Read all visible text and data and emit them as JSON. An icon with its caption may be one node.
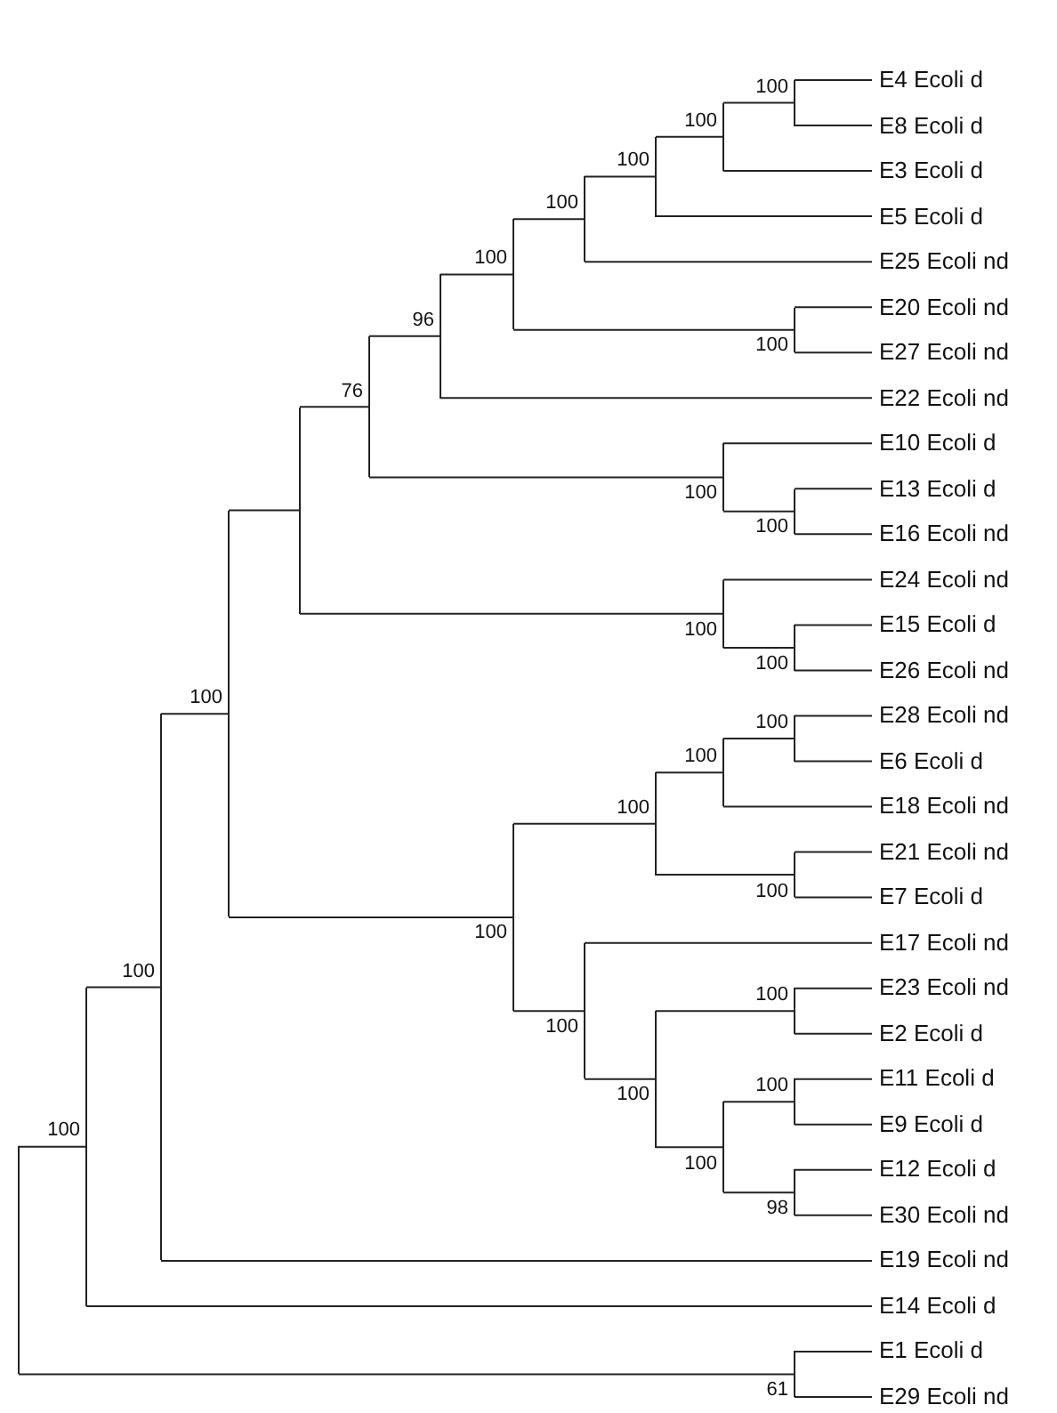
{
  "diagram": {
    "nodes": [
      {
        "text": [],
        "shape": "bar"
      },
      {
        "text": [],
        "shape": "bar",
        "beside": [
          "100"
        ]
      },
      {
        "text": [],
        "shape": "bar",
        "beside": [
          "100"
        ]
      },
      {
        "text": [],
        "shape": "bar",
        "beside": [
          "100"
        ]
      },
      {
        "text": [],
        "shape": "bar"
      },
      {
        "text": [],
        "shape": "bar",
        "beside": [
          "76"
        ]
      },
      {
        "text": [],
        "shape": "bar",
        "beside": [
          "96"
        ]
      },
      {
        "text": [],
        "shape": "bar",
        "beside": [
          "100"
        ]
      },
      {
        "text": [],
        "shape": "bar",
        "beside": [
          "100"
        ]
      },
      {
        "text": [],
        "shape": "bar",
        "beside": [
          "100"
        ]
      },
      {
        "text": [],
        "shape": "bar",
        "beside": [
          "100"
        ]
      },
      {
        "text": [],
        "shape": "bar",
        "beside": [
          "100"
        ]
      },
      {
        "text": [
          "E4 Ecoli d"
        ]
      },
      {
        "text": [
          "E8 Ecoli d"
        ]
      },
      {
        "text": [
          "E3 Ecoli d"
        ]
      },
      {
        "text": [
          "E5 Ecoli d"
        ]
      },
      {
        "text": [
          "E25 Ecoli nd"
        ]
      },
      {
        "text": [],
        "shape": "bar",
        "beside": [
          "100"
        ]
      },
      {
        "text": [
          "E20 Ecoli nd"
        ]
      },
      {
        "text": [
          "E27 Ecoli nd"
        ]
      },
      {
        "text": [
          "E22 Ecoli nd"
        ]
      },
      {
        "text": [],
        "shape": "bar",
        "beside": [
          "100"
        ]
      },
      {
        "text": [
          "E10 Ecoli d"
        ]
      },
      {
        "text": [],
        "shape": "bar",
        "beside": [
          "100"
        ]
      },
      {
        "text": [
          "E13 Ecoli d"
        ]
      },
      {
        "text": [
          "E16 Ecoli nd"
        ]
      },
      {
        "text": [],
        "shape": "bar",
        "beside": [
          "100"
        ]
      },
      {
        "text": [
          "E24 Ecoli nd"
        ]
      },
      {
        "text": [],
        "shape": "bar",
        "beside": [
          "100"
        ]
      },
      {
        "text": [
          "E15 Ecoli d"
        ]
      },
      {
        "text": [
          "E26 Ecoli nd"
        ]
      },
      {
        "text": [],
        "shape": "bar",
        "beside": [
          "100"
        ]
      },
      {
        "text": [],
        "shape": "bar",
        "beside": [
          "100"
        ]
      },
      {
        "text": [],
        "shape": "bar",
        "beside": [
          "100"
        ]
      },
      {
        "text": [],
        "shape": "bar",
        "beside": [
          "100"
        ]
      },
      {
        "text": [
          "E28 Ecoli nd"
        ]
      },
      {
        "text": [
          "E6 Ecoli d"
        ]
      },
      {
        "text": [
          "E18 Ecoli nd"
        ]
      },
      {
        "text": [],
        "shape": "bar",
        "beside": [
          "100"
        ]
      },
      {
        "text": [
          "E21 Ecoli nd"
        ]
      },
      {
        "text": [
          "E7 Ecoli d"
        ]
      },
      {
        "text": [],
        "shape": "bar",
        "beside": [
          "100"
        ]
      },
      {
        "text": [
          "E17 Ecoli nd"
        ]
      },
      {
        "text": [],
        "shape": "bar",
        "beside": [
          "100"
        ]
      },
      {
        "text": [],
        "shape": "bar",
        "beside": [
          "100"
        ]
      },
      {
        "text": [
          "E23 Ecoli nd"
        ]
      },
      {
        "text": [
          "E2 Ecoli d"
        ]
      },
      {
        "text": [],
        "shape": "bar",
        "beside": [
          "100"
        ]
      },
      {
        "text": [],
        "shape": "bar",
        "beside": [
          "100"
        ]
      },
      {
        "text": [
          "E11 Ecoli d"
        ]
      },
      {
        "text": [
          "E9 Ecoli d"
        ]
      },
      {
        "text": [],
        "shape": "bar",
        "beside": [
          "98"
        ]
      },
      {
        "text": [
          "E12 Ecoli d"
        ]
      },
      {
        "text": [
          "E30 Ecoli nd"
        ]
      },
      {
        "text": [
          "E19 Ecoli nd"
        ]
      },
      {
        "text": [
          "E14 Ecoli d"
        ]
      },
      {
        "text": [],
        "shape": "bar",
        "beside": [
          "61"
        ]
      },
      {
        "text": [
          "E1 Ecoli d"
        ]
      },
      {
        "text": [
          "E29 Ecoli nd"
        ]
      }
    ],
    "edges": [
      {
        "from": 0,
        "to": 1,
        "arrow": "none"
      },
      {
        "from": 0,
        "to": 56,
        "arrow": "none"
      },
      {
        "from": 1,
        "to": 2,
        "arrow": "none"
      },
      {
        "from": 1,
        "to": 55,
        "arrow": "none"
      },
      {
        "from": 2,
        "to": 3,
        "arrow": "none"
      },
      {
        "from": 2,
        "to": 54,
        "arrow": "none"
      },
      {
        "from": 3,
        "to": 4,
        "arrow": "none"
      },
      {
        "from": 3,
        "to": 31,
        "arrow": "none"
      },
      {
        "from": 4,
        "to": 5,
        "arrow": "none"
      },
      {
        "from": 4,
        "to": 26,
        "arrow": "none"
      },
      {
        "from": 5,
        "to": 6,
        "arrow": "none"
      },
      {
        "from": 5,
        "to": 21,
        "arrow": "none"
      },
      {
        "from": 6,
        "to": 7,
        "arrow": "none"
      },
      {
        "from": 6,
        "to": 20,
        "arrow": "none"
      },
      {
        "from": 7,
        "to": 8,
        "arrow": "none"
      },
      {
        "from": 7,
        "to": 17,
        "arrow": "none"
      },
      {
        "from": 8,
        "to": 9,
        "arrow": "none"
      },
      {
        "from": 8,
        "to": 16,
        "arrow": "none"
      },
      {
        "from": 9,
        "to": 10,
        "arrow": "none"
      },
      {
        "from": 9,
        "to": 15,
        "arrow": "none"
      },
      {
        "from": 10,
        "to": 11,
        "arrow": "none"
      },
      {
        "from": 10,
        "to": 14,
        "arrow": "none"
      },
      {
        "from": 11,
        "to": 12,
        "arrow": "none"
      },
      {
        "from": 11,
        "to": 13,
        "arrow": "none"
      },
      {
        "from": 17,
        "to": 18,
        "arrow": "none"
      },
      {
        "from": 17,
        "to": 19,
        "arrow": "none"
      },
      {
        "from": 21,
        "to": 22,
        "arrow": "none"
      },
      {
        "from": 21,
        "to": 23,
        "arrow": "none"
      },
      {
        "from": 23,
        "to": 24,
        "arrow": "none"
      },
      {
        "from": 23,
        "to": 25,
        "arrow": "none"
      },
      {
        "from": 26,
        "to": 27,
        "arrow": "none"
      },
      {
        "from": 26,
        "to": 28,
        "arrow": "none"
      },
      {
        "from": 28,
        "to": 29,
        "arrow": "none"
      },
      {
        "from": 28,
        "to": 30,
        "arrow": "none"
      },
      {
        "from": 31,
        "to": 32,
        "arrow": "none"
      },
      {
        "from": 31,
        "to": 41,
        "arrow": "none"
      },
      {
        "from": 32,
        "to": 33,
        "arrow": "none"
      },
      {
        "from": 32,
        "to": 38,
        "arrow": "none"
      },
      {
        "from": 33,
        "to": 34,
        "arrow": "none"
      },
      {
        "from": 33,
        "to": 37,
        "arrow": "none"
      },
      {
        "from": 34,
        "to": 35,
        "arrow": "none"
      },
      {
        "from": 34,
        "to": 36,
        "arrow": "none"
      },
      {
        "from": 38,
        "to": 39,
        "arrow": "none"
      },
      {
        "from": 38,
        "to": 40,
        "arrow": "none"
      },
      {
        "from": 41,
        "to": 42,
        "arrow": "none"
      },
      {
        "from": 41,
        "to": 43,
        "arrow": "none"
      },
      {
        "from": 43,
        "to": 44,
        "arrow": "none"
      },
      {
        "from": 43,
        "to": 47,
        "arrow": "none"
      },
      {
        "from": 44,
        "to": 45,
        "arrow": "none"
      },
      {
        "from": 44,
        "to": 46,
        "arrow": "none"
      },
      {
        "from": 47,
        "to": 48,
        "arrow": "none"
      },
      {
        "from": 47,
        "to": 51,
        "arrow": "none"
      },
      {
        "from": 48,
        "to": 49,
        "arrow": "none"
      },
      {
        "from": 48,
        "to": 50,
        "arrow": "none"
      },
      {
        "from": 51,
        "to": 52,
        "arrow": "none"
      },
      {
        "from": 51,
        "to": 53,
        "arrow": "none"
      },
      {
        "from": 56,
        "to": 57,
        "arrow": "none"
      },
      {
        "from": 56,
        "to": 58,
        "arrow": "none"
      }
    ]
  }
}
